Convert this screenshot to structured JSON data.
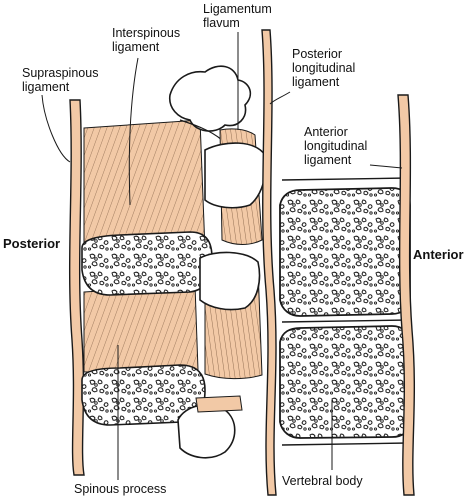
{
  "labels": {
    "interspinous": [
      "Interspinous",
      "ligament"
    ],
    "ligamentum_flavum": [
      "Ligamentum",
      "flavum"
    ],
    "posterior_longitudinal": [
      "Posterior",
      "longitudinal",
      "ligament"
    ],
    "supraspinous": [
      "Supraspinous",
      "ligament"
    ],
    "anterior_longitudinal": [
      "Anterior",
      "longitudinal",
      "ligament"
    ],
    "posterior_side": "Posterior",
    "anterior_side": "Anterior",
    "spinous_process": "Spinous process",
    "vertebral_body": "Vertebral body"
  },
  "colors": {
    "ligament_fill": "#f2c9a6",
    "outline": "#1a1a1a",
    "background": "#ffffff"
  }
}
